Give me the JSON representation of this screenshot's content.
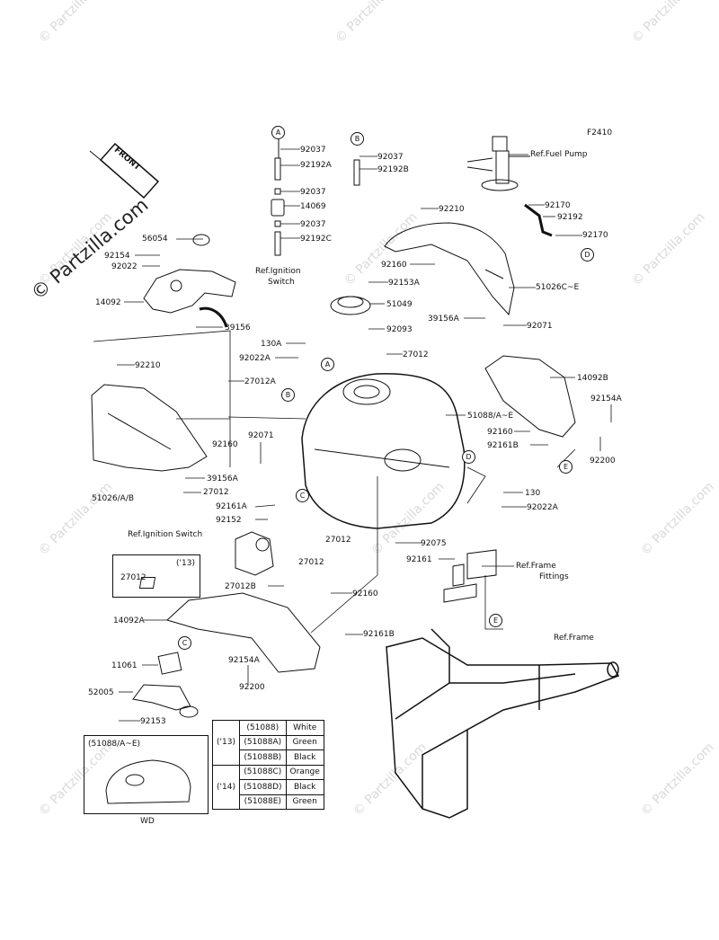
{
  "figure_code": "F2410",
  "brand_text": "© Partzilla.com",
  "watermark_text": "© Partzilla.com",
  "front_label": "FRONT",
  "parts": [
    {
      "id": "p1",
      "text": "92037"
    },
    {
      "id": "p2",
      "text": "92192A"
    },
    {
      "id": "p3",
      "text": "92037"
    },
    {
      "id": "p4",
      "text": "14069"
    },
    {
      "id": "p5",
      "text": "92037"
    },
    {
      "id": "p6",
      "text": "92192C"
    },
    {
      "id": "p7",
      "text": "92037"
    },
    {
      "id": "p8",
      "text": "92192B"
    },
    {
      "id": "p9",
      "text": "Ref.Fuel Pump"
    },
    {
      "id": "p10",
      "text": "92170"
    },
    {
      "id": "p11",
      "text": "92192"
    },
    {
      "id": "p12",
      "text": "92170"
    },
    {
      "id": "p13",
      "text": "92210"
    },
    {
      "id": "p14",
      "text": "92160"
    },
    {
      "id": "p15",
      "text": "51026C~E"
    },
    {
      "id": "p16",
      "text": "39156A"
    },
    {
      "id": "p17",
      "text": "92071"
    },
    {
      "id": "p18",
      "text": "56054"
    },
    {
      "id": "p19",
      "text": "92154"
    },
    {
      "id": "p20",
      "text": "92022"
    },
    {
      "id": "p21",
      "text": "14092"
    },
    {
      "id": "p22",
      "text": "39156"
    },
    {
      "id": "p23",
      "text": "Ref.Ignition"
    },
    {
      "id": "p24",
      "text": "Switch"
    },
    {
      "id": "p25",
      "text": "92153A"
    },
    {
      "id": "p26",
      "text": "51049"
    },
    {
      "id": "p27",
      "text": "92093"
    },
    {
      "id": "p28",
      "text": "130A"
    },
    {
      "id": "p29",
      "text": "92022A"
    },
    {
      "id": "p30",
      "text": "27012"
    },
    {
      "id": "p31",
      "text": "92210"
    },
    {
      "id": "p32",
      "text": "27012A"
    },
    {
      "id": "p33",
      "text": "14092B"
    },
    {
      "id": "p34",
      "text": "51088/A~E"
    },
    {
      "id": "p35",
      "text": "92154A"
    },
    {
      "id": "p36",
      "text": "92160"
    },
    {
      "id": "p37",
      "text": "92161B"
    },
    {
      "id": "p38",
      "text": "92200"
    },
    {
      "id": "p39",
      "text": "92160"
    },
    {
      "id": "p40",
      "text": "92071"
    },
    {
      "id": "p41",
      "text": "39156A"
    },
    {
      "id": "p42",
      "text": "51026/A/B"
    },
    {
      "id": "p43",
      "text": "27012"
    },
    {
      "id": "p44",
      "text": "92161A"
    },
    {
      "id": "p45",
      "text": "92152"
    },
    {
      "id": "p46",
      "text": "Ref.Ignition Switch"
    },
    {
      "id": "p47",
      "text": "130"
    },
    {
      "id": "p48",
      "text": "92022A"
    },
    {
      "id": "p49",
      "text": "92075"
    },
    {
      "id": "p50",
      "text": "27012"
    },
    {
      "id": "p51",
      "text": "27012"
    },
    {
      "id": "p52",
      "text": "92161"
    },
    {
      "id": "p53",
      "text": "Ref.Frame"
    },
    {
      "id": "p54",
      "text": "Fittings"
    },
    {
      "id": "p55",
      "text": "('13)"
    },
    {
      "id": "p56",
      "text": "27012"
    },
    {
      "id": "p57",
      "text": "27012B"
    },
    {
      "id": "p58",
      "text": "92160"
    },
    {
      "id": "p59",
      "text": "14092A"
    },
    {
      "id": "p60",
      "text": "92161B"
    },
    {
      "id": "p61",
      "text": "Ref.Frame"
    },
    {
      "id": "p62",
      "text": "11061"
    },
    {
      "id": "p63",
      "text": "92154A"
    },
    {
      "id": "p64",
      "text": "52005"
    },
    {
      "id": "p65",
      "text": "92200"
    },
    {
      "id": "p66",
      "text": "92153"
    },
    {
      "id": "p67",
      "text": "(51088/A~E)"
    },
    {
      "id": "p68",
      "text": "WD"
    }
  ],
  "callouts": [
    {
      "id": "cA1",
      "letter": "A"
    },
    {
      "id": "cB1",
      "letter": "B"
    },
    {
      "id": "cD1",
      "letter": "D"
    },
    {
      "id": "cA2",
      "letter": "A"
    },
    {
      "id": "cB2",
      "letter": "B"
    },
    {
      "id": "cC1",
      "letter": "C"
    },
    {
      "id": "cD2",
      "letter": "D"
    },
    {
      "id": "cE1",
      "letter": "E"
    },
    {
      "id": "cE2",
      "letter": "E"
    },
    {
      "id": "cC2",
      "letter": "C"
    }
  ],
  "color_table": {
    "groups": [
      {
        "year": "('13)",
        "rows": [
          {
            "part": "(51088)",
            "color": "White"
          },
          {
            "part": "(51088A)",
            "color": "Green"
          },
          {
            "part": "(51088B)",
            "color": "Black"
          }
        ]
      },
      {
        "year": "('14)",
        "rows": [
          {
            "part": "(51088C)",
            "color": "Orange"
          },
          {
            "part": "(51088D)",
            "color": "Black"
          },
          {
            "part": "(51088E)",
            "color": "Green"
          }
        ]
      }
    ]
  }
}
